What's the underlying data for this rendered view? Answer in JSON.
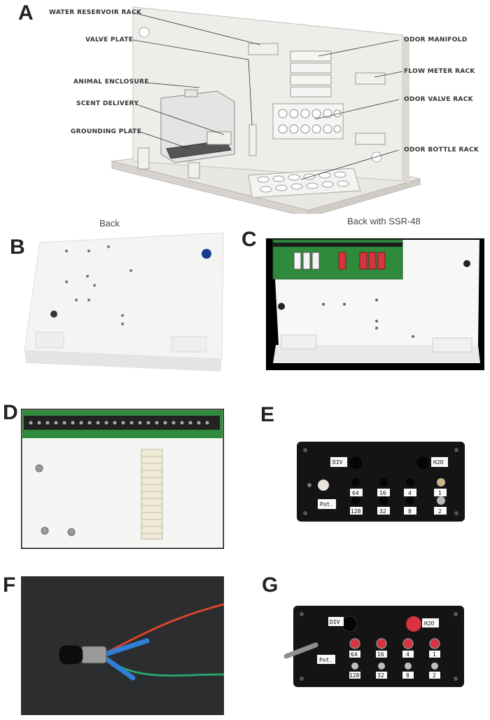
{
  "panels": {
    "A": {
      "letter": "A",
      "callouts": {
        "water_reservoir_rack": "WATER RESERVOIR RACK",
        "valve_plate": "VALVE PLATE",
        "animal_enclosure": "ANIMAL ENCLOSURE",
        "scent_delivery": "SCENT DELIVERY",
        "grounding_plate": "GROUNDING PLATE",
        "odor_manifold": "ODOR MANIFOLD",
        "flow_meter_rack": "FLOW METER RACK",
        "odor_valve_rack": "ODOR VALVE RACK",
        "odor_bottle_rack": "ODOR BOTTLE RACK"
      }
    },
    "B": {
      "letter": "B",
      "caption": "Back"
    },
    "C": {
      "letter": "C",
      "caption": "Back with SSR-48"
    },
    "D": {
      "letter": "D"
    },
    "E": {
      "letter": "E",
      "labels": {
        "div": "DIV",
        "h2o": "H2O",
        "pot": "Pot.",
        "n64": "64",
        "n16": "16",
        "n4": "4",
        "n1": "1",
        "n128": "128",
        "n32": "32",
        "n8": "8",
        "n2": "2"
      }
    },
    "F": {
      "letter": "F"
    },
    "G": {
      "letter": "G",
      "labels": {
        "div": "DIV",
        "h2o": "H2O",
        "pot": "Pot.",
        "n64": "64",
        "n16": "16",
        "n4": "4",
        "n1": "1",
        "n128": "128",
        "n32": "32",
        "n8": "8",
        "n2": "2"
      }
    }
  },
  "colors": {
    "panel_white": "#f2f2f0",
    "board_green": "#2f8a3c",
    "relay_red": "#d8333f",
    "box_black": "#141414",
    "wire_red": "#d6452c",
    "wire_green": "#2aa36a",
    "tape_blue": "#2f7fd6"
  }
}
